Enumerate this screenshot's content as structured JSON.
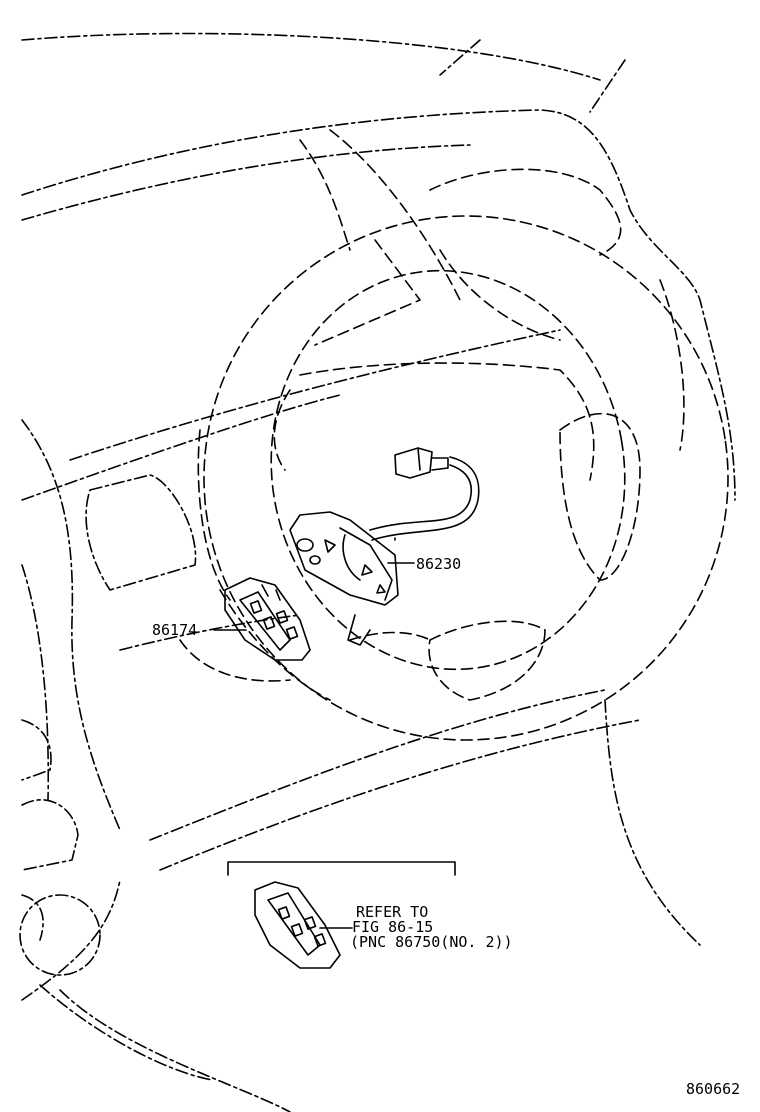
{
  "callouts": {
    "part_86230": "86230",
    "part_86174": "86174"
  },
  "reference": {
    "line1": "REFER TO",
    "line2": "FIG 86-15",
    "line3": "(PNC 86750(NO. 2))"
  },
  "diagram_id": "860662"
}
